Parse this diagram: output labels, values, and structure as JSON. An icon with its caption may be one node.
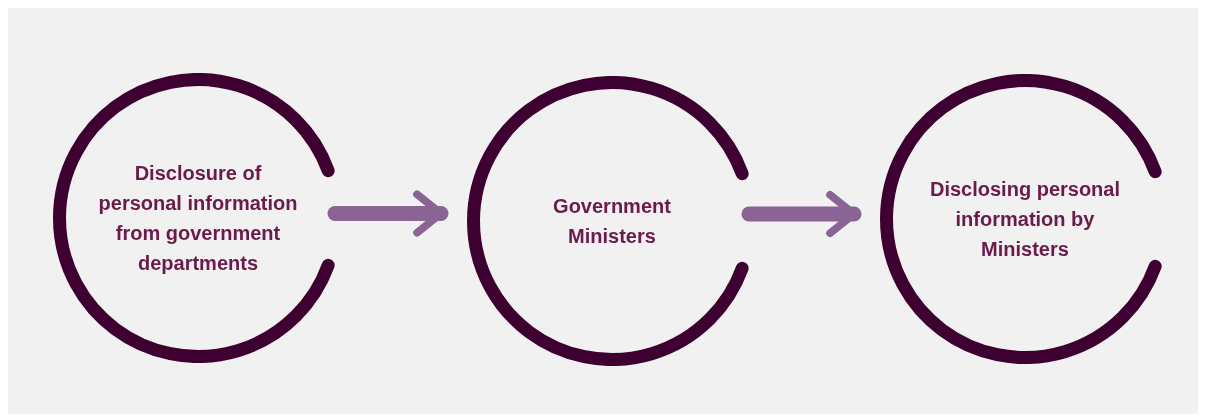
{
  "diagram": {
    "nodes": [
      {
        "text": [
          "Disclosure of personal information from government departments"
        ]
      },
      {
        "text": [
          "Government Ministers"
        ]
      },
      {
        "text": [
          "Disclosing personal information by Ministers"
        ]
      }
    ],
    "edges": [
      {
        "from": 0,
        "to": 1,
        "arrow": "to"
      },
      {
        "from": 1,
        "to": 2,
        "arrow": "to"
      }
    ]
  }
}
